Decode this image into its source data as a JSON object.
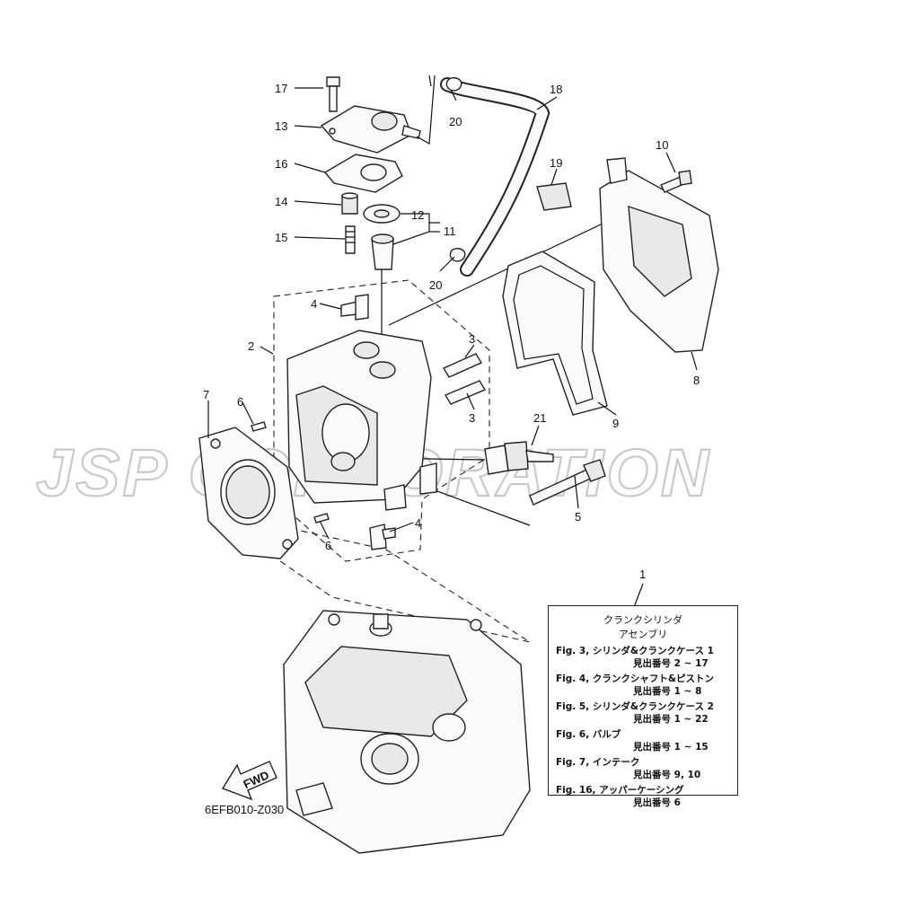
{
  "watermark": "JSP CORPORATION",
  "diagram_code": "6EFB010-Z030",
  "fwd_label": "FWD",
  "callouts": {
    "c1": "1",
    "c2": "2",
    "c3a": "3",
    "c3b": "3",
    "c4a": "4",
    "c4b": "4",
    "c5": "5",
    "c6a": "6",
    "c6b": "6",
    "c7": "7",
    "c8": "8",
    "c9": "9",
    "c10": "10",
    "c11": "11",
    "c12": "12",
    "c13": "13",
    "c14": "14",
    "c15": "15",
    "c16": "16",
    "c17": "17",
    "c18": "18",
    "c19": "19",
    "c20a": "20",
    "c20b": "20",
    "c21": "21"
  },
  "note": {
    "title_line1": "クランクシリンダ",
    "title_line2": "アセンブリ",
    "entries": [
      {
        "desc": "Fig. 3, シリンダ&クランクケース 1",
        "refs": "見出番号 2 ~ 17"
      },
      {
        "desc": "Fig. 4, クランクシャフト&ピストン",
        "refs": "見出番号 1 ~ 8"
      },
      {
        "desc": "Fig. 5, シリンダ&クランクケース 2",
        "refs": "見出番号 1 ~ 22"
      },
      {
        "desc": "Fig. 6, バルブ",
        "refs": "見出番号 1 ~ 15"
      },
      {
        "desc": "Fig. 7, インテーク",
        "refs": "見出番号 9, 10"
      },
      {
        "desc": "Fig. 16, アッパーケーシング",
        "refs": "見出番号 6"
      }
    ]
  }
}
